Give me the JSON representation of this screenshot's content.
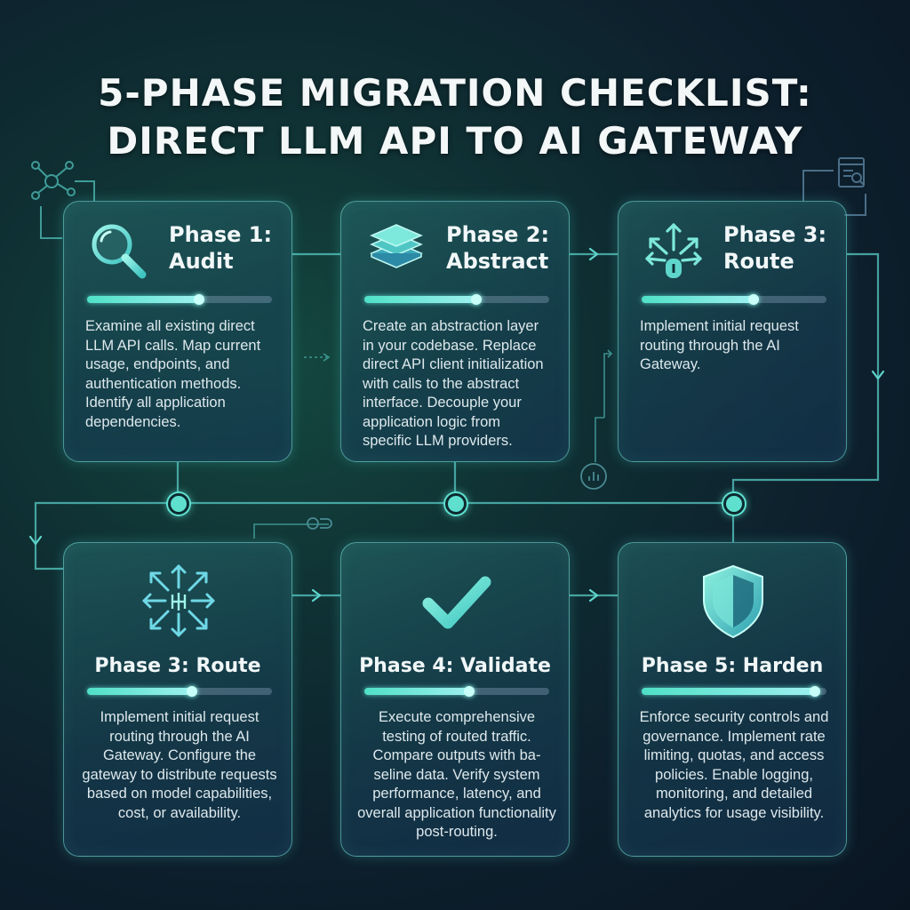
{
  "title": {
    "line1": "5-PHASE MIGRATION CHECKLIST:",
    "line2": "DIRECT LLM API TO AI GATEWAY"
  },
  "colors": {
    "accent": "#5fe0cf",
    "accent_light": "#a8f3f0",
    "connector": "#4fb8b4",
    "background": "#0f2a30"
  },
  "phases": [
    {
      "title_line1": "Phase 1:",
      "title_line2": "Audit",
      "icon": "magnifier-icon",
      "progress": 0.62,
      "description": "Examine all existing direct LLM API calls. Map current usage, endpoints, and authentication methods. Identify all application dependencies."
    },
    {
      "title_line1": "Phase 2:",
      "title_line2": "Abstract",
      "icon": "layers-icon",
      "progress": 0.62,
      "description": "Create an abstraction layer in your codebase. Replace direct API client initialization with calls to the abstract interface. Decouple your application logic from specific LLM providers."
    },
    {
      "title_line1": "Phase 3:",
      "title_line2": "Route",
      "icon": "routing-arrows-icon",
      "progress": 0.62,
      "description": "Implement initial request routing through the AI Gateway."
    },
    {
      "title": "Phase 3: Route",
      "icon": "distribution-hub-icon",
      "progress": 0.58,
      "description": "Implement initial request routing through the AI Gateway. Configure the gateway to distribute requests based on model capabilities, cost, or availability."
    },
    {
      "title": "Phase 4: Validate",
      "icon": "checkmark-icon",
      "progress": 0.58,
      "description": "Execute comprehensive testing of routed traffic. Compare outputs with ba-seline data. Verify system performance, latency, and overall application functionality post-routing."
    },
    {
      "title": "Phase 5: Harden",
      "icon": "shield-icon",
      "progress": 0.95,
      "description": "Enforce security controls and governance. Implement rate limiting, quotas, and access policies. Enable logging, monitoring, and detailed analytics for usage visibility."
    }
  ]
}
